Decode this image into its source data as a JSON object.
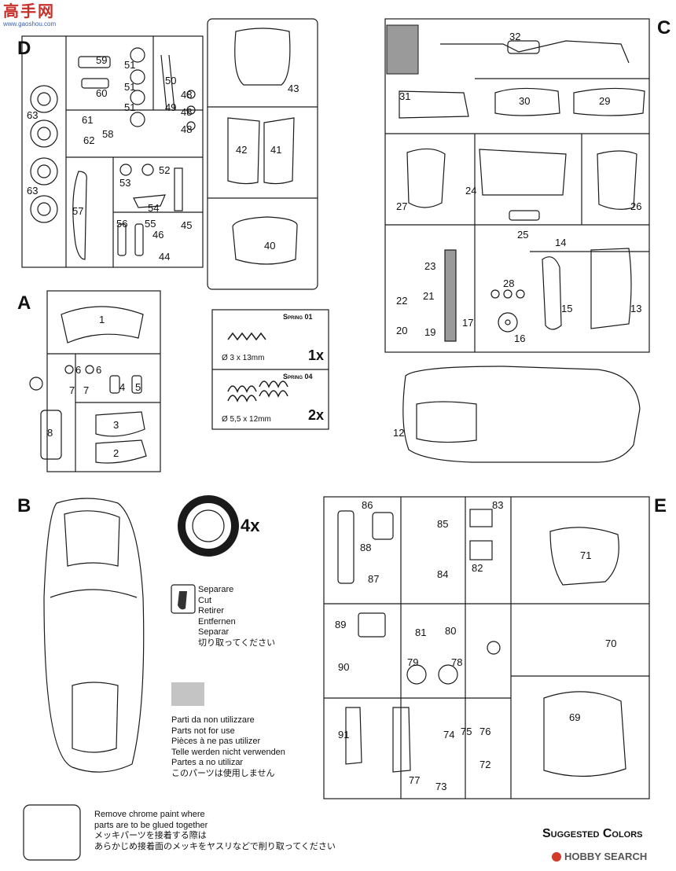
{
  "watermark_top": {
    "line1": "高手网",
    "line2": "www.gaoshou.com"
  },
  "sections": {
    "A": "A",
    "B": "B",
    "C": "C",
    "D": "D",
    "E": "E"
  },
  "parts": {
    "A": [
      "1",
      "2",
      "3",
      "4",
      "5",
      "6",
      "6",
      "7",
      "7",
      "8"
    ],
    "C": [
      "32",
      "31",
      "30",
      "29",
      "27",
      "24",
      "26",
      "25",
      "14",
      "23",
      "28",
      "22",
      "21",
      "20",
      "19",
      "17",
      "16",
      "15",
      "13",
      "12"
    ],
    "D": [
      "59",
      "60",
      "51",
      "51",
      "51",
      "50",
      "48",
      "49",
      "48",
      "48",
      "61",
      "62",
      "58",
      "63",
      "63",
      "57",
      "53",
      "52",
      "54",
      "56",
      "55",
      "46",
      "45",
      "44",
      "43",
      "42",
      "41",
      "40"
    ],
    "E": [
      "86",
      "85",
      "83",
      "88",
      "87",
      "84",
      "82",
      "71",
      "89",
      "81",
      "80",
      "70",
      "90",
      "79",
      "78",
      "69",
      "91",
      "74",
      "75",
      "76",
      "72",
      "77",
      "73"
    ]
  },
  "springs": [
    {
      "title": "Spring 01",
      "spec": "Ø 3 x 13mm",
      "qty": "1x"
    },
    {
      "title": "Spring 04",
      "spec": "Ø 5,5 x 12mm",
      "qty": "2x"
    }
  ],
  "tire_qty": "4x",
  "cut_legend": [
    "Separare",
    "Cut",
    "Retirer",
    "Entfernen",
    "Separar",
    "切り取ってください"
  ],
  "not_used_legend": [
    "Parti da non utilizzare",
    "Parts not for use",
    "Pièces à ne pas utilizer",
    "Telle werden nicht verwenden",
    "Partes a no utilizar",
    "このパーツは使用しません"
  ],
  "chrome_note": [
    "Remove chrome paint where",
    "parts are to be glued together",
    "メッキパーツを接着する際は",
    "あらかじめ接着面のメッキをヤスリなどで削り取ってください"
  ],
  "suggested_colors": "Suggested Colors",
  "watermark_bottom": "HOBBY SEARCH",
  "colors": {
    "line": "#1a1a1a",
    "gray_swatch": "#c4c4c4",
    "part_gray": "#9a9a9a",
    "watermark_red": "#d23a2a"
  }
}
